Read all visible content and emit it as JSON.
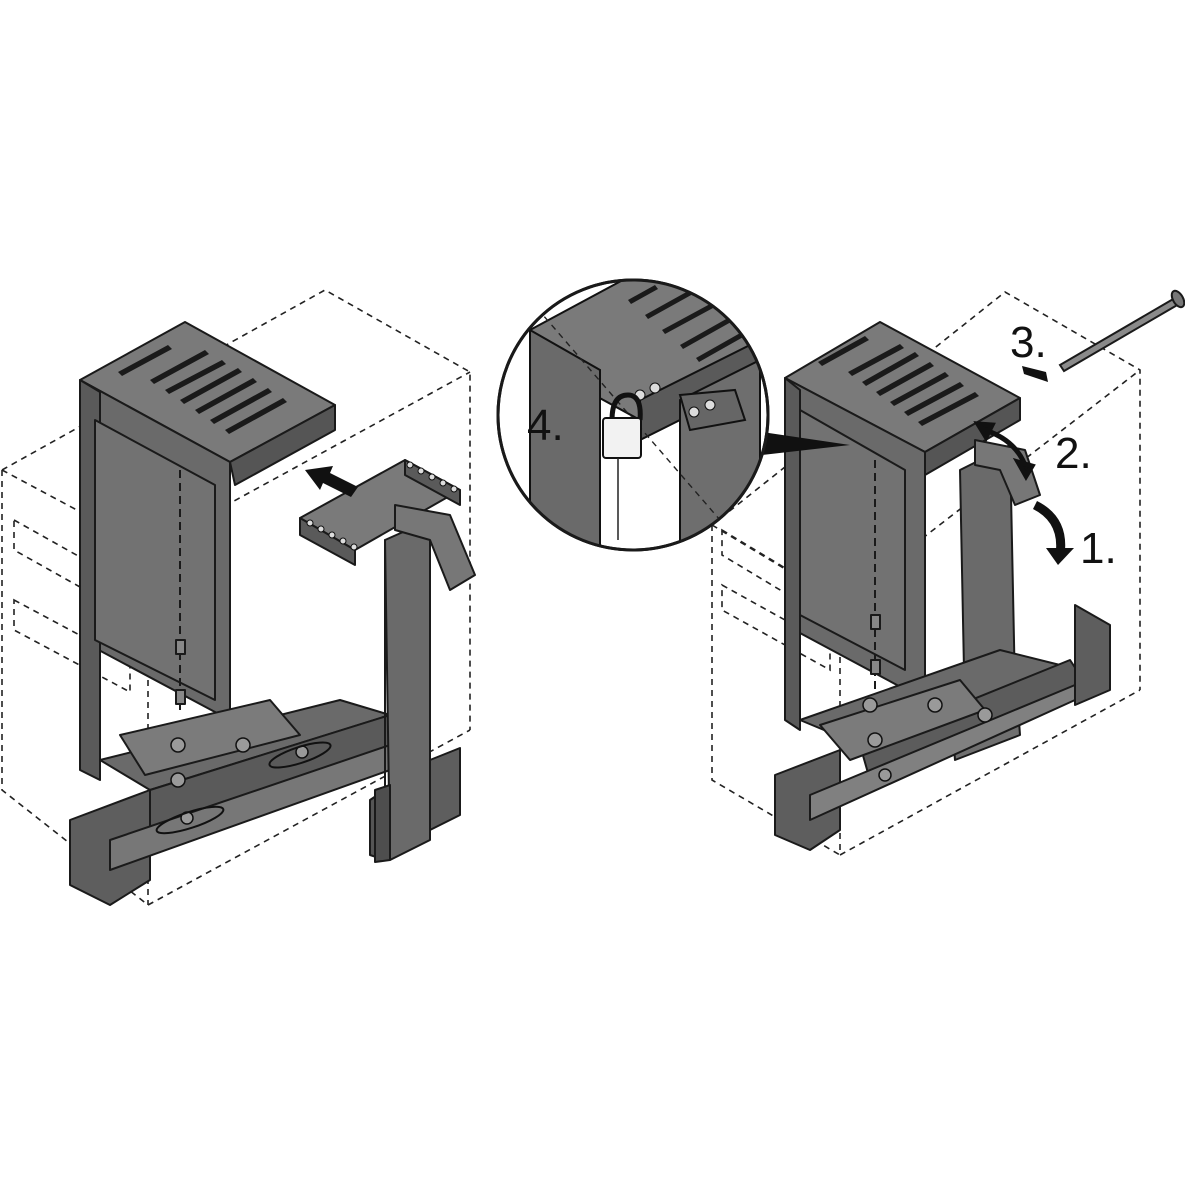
{
  "steps": {
    "step1": "1.",
    "step2": "2.",
    "step3": "3.",
    "step4": "4."
  },
  "colors": {
    "metal": "#6e6e6e",
    "metal_light": "#8a8a8a",
    "metal_dark": "#4a4a4a",
    "outline": "#1a1a1a",
    "background": "#ffffff",
    "lock_body": "#f2f2f2"
  },
  "icons": {
    "arrow": "push-arrow-icon",
    "padlock": "padlock-icon",
    "bolt": "bolt-icon"
  }
}
